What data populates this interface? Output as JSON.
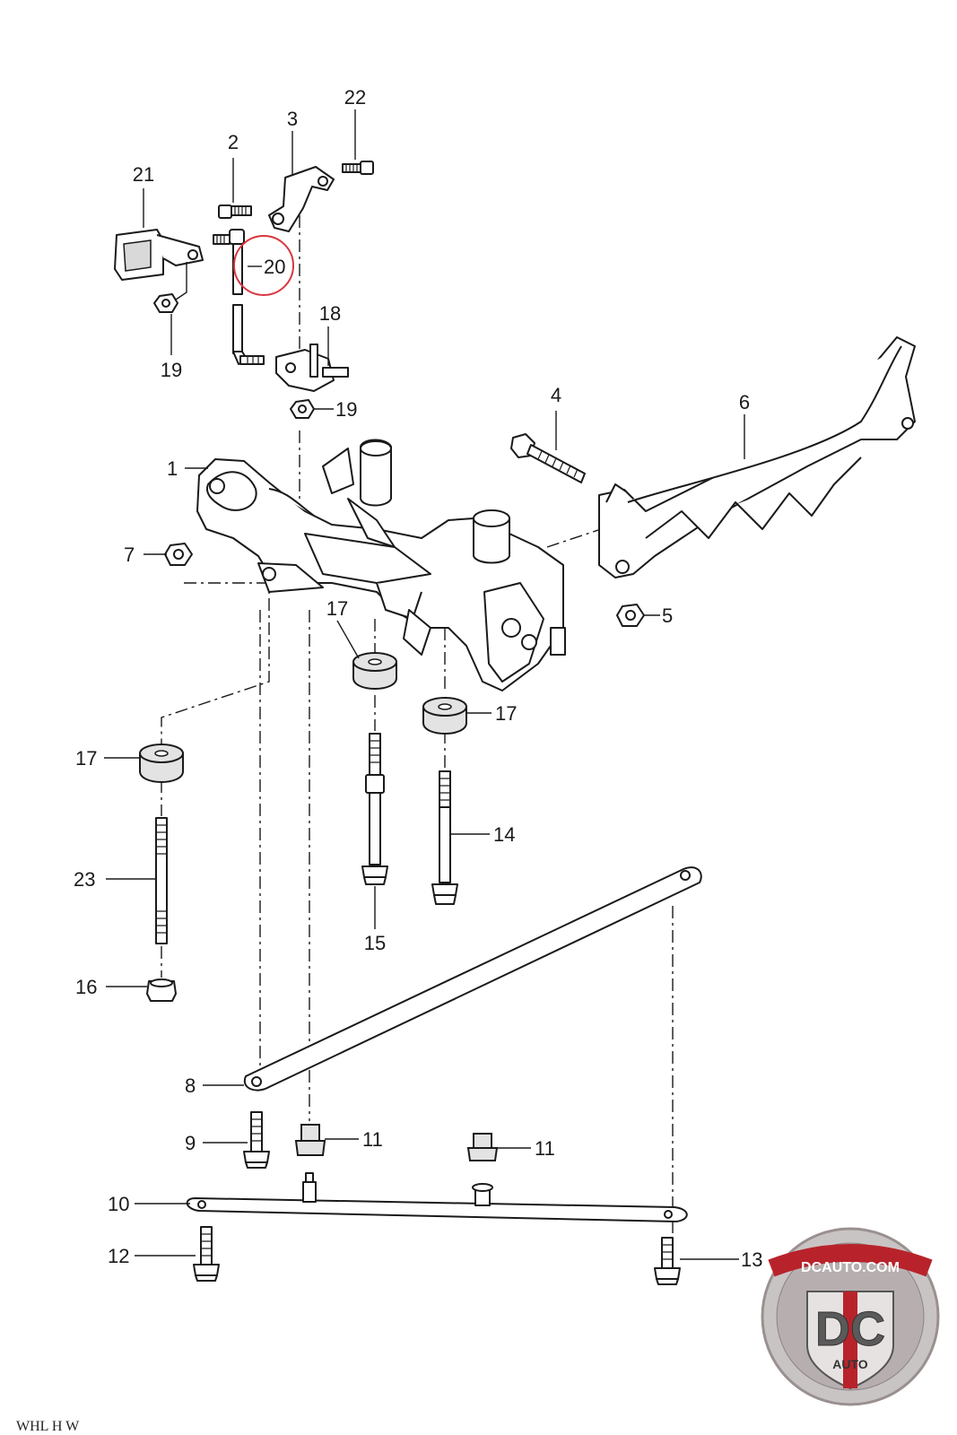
{
  "callouts": {
    "c1": "1",
    "c2": "2",
    "c3": "3",
    "c4": "4",
    "c5": "5",
    "c6": "6",
    "c7": "7",
    "c8": "8",
    "c9": "9",
    "c10": "10",
    "c11a": "11",
    "c11b": "11",
    "c12": "12",
    "c13": "13",
    "c14": "14",
    "c15": "15",
    "c16": "16",
    "c17a": "17",
    "c17b": "17",
    "c17c": "17",
    "c18": "18",
    "c19a": "19",
    "c19b": "19",
    "c20": "20",
    "c21": "21",
    "c22": "22",
    "c23": "23"
  },
  "highlighted_part": "20",
  "highlight_color": "#d9363e",
  "logo": {
    "top_text": "DCAUTO.COM",
    "mark": "DC",
    "bottom_text": "AUTO",
    "ring_color": "#c9c4c4",
    "stripe_color": "#b8232b"
  },
  "footer_text": "WHL  H  W"
}
